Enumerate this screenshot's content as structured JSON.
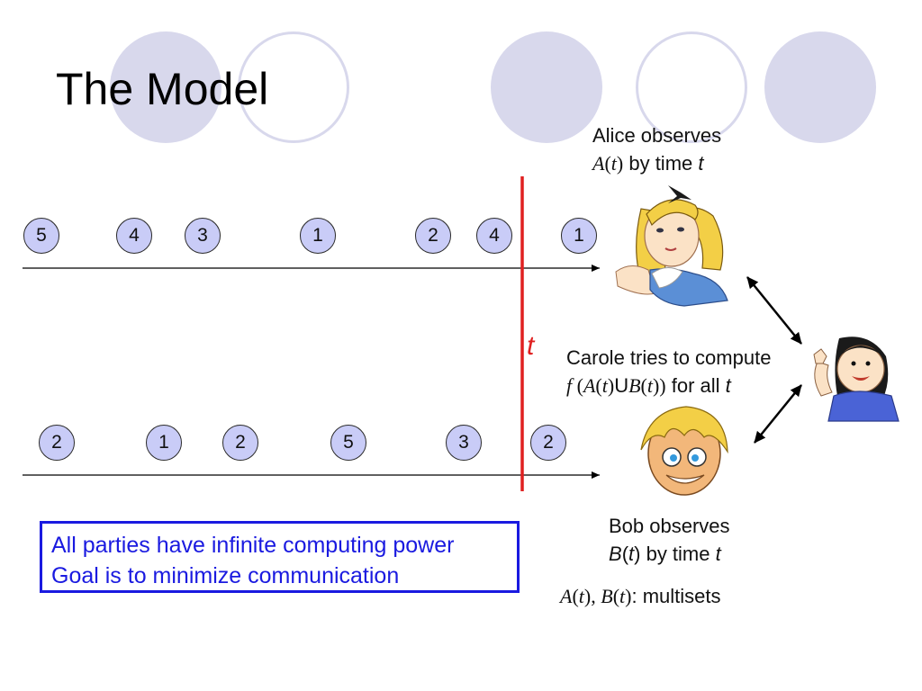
{
  "title": "The Model",
  "timeline_a": {
    "tokens": [
      "5",
      "4",
      "3",
      "1",
      "2",
      "4",
      "1"
    ]
  },
  "timeline_b": {
    "tokens": [
      "2",
      "1",
      "2",
      "5",
      "3",
      "2"
    ]
  },
  "time_marker": "t",
  "alice": {
    "line1": "Alice observes",
    "var": "A",
    "paren_open": "(",
    "t": "t",
    "paren_close": ")",
    "by_time": " by time ",
    "t2": "t"
  },
  "carole": {
    "line1": "Carole tries to compute",
    "f": "f",
    "part1": " (",
    "A": "A",
    "part2": "(",
    "t1": "t",
    "part3": ")",
    "union": "U",
    "B": "B",
    "part4": "(",
    "t2": "t",
    "part5": "))",
    "for_all": " for all ",
    "t3": "t"
  },
  "bob": {
    "line1": "Bob observes",
    "var": "B",
    "paren_open": "(",
    "t": "t",
    "paren_close": ")",
    "by_time": " by time ",
    "t2": "t"
  },
  "multisets": {
    "A": "A",
    "p1": "(",
    "t1": "t",
    "p2": "), ",
    "B": "B",
    "p3": "(",
    "t2": "t",
    "p4": ")",
    "suffix": ": multisets"
  },
  "box": {
    "line1": "All parties have infinite computing power",
    "line2": "Goal is to minimize communication"
  },
  "colors": {
    "token_fill": "#c9ccf7",
    "marker": "#e02020",
    "box_text": "#1a1ae0",
    "deco": "#d8d8ec"
  }
}
